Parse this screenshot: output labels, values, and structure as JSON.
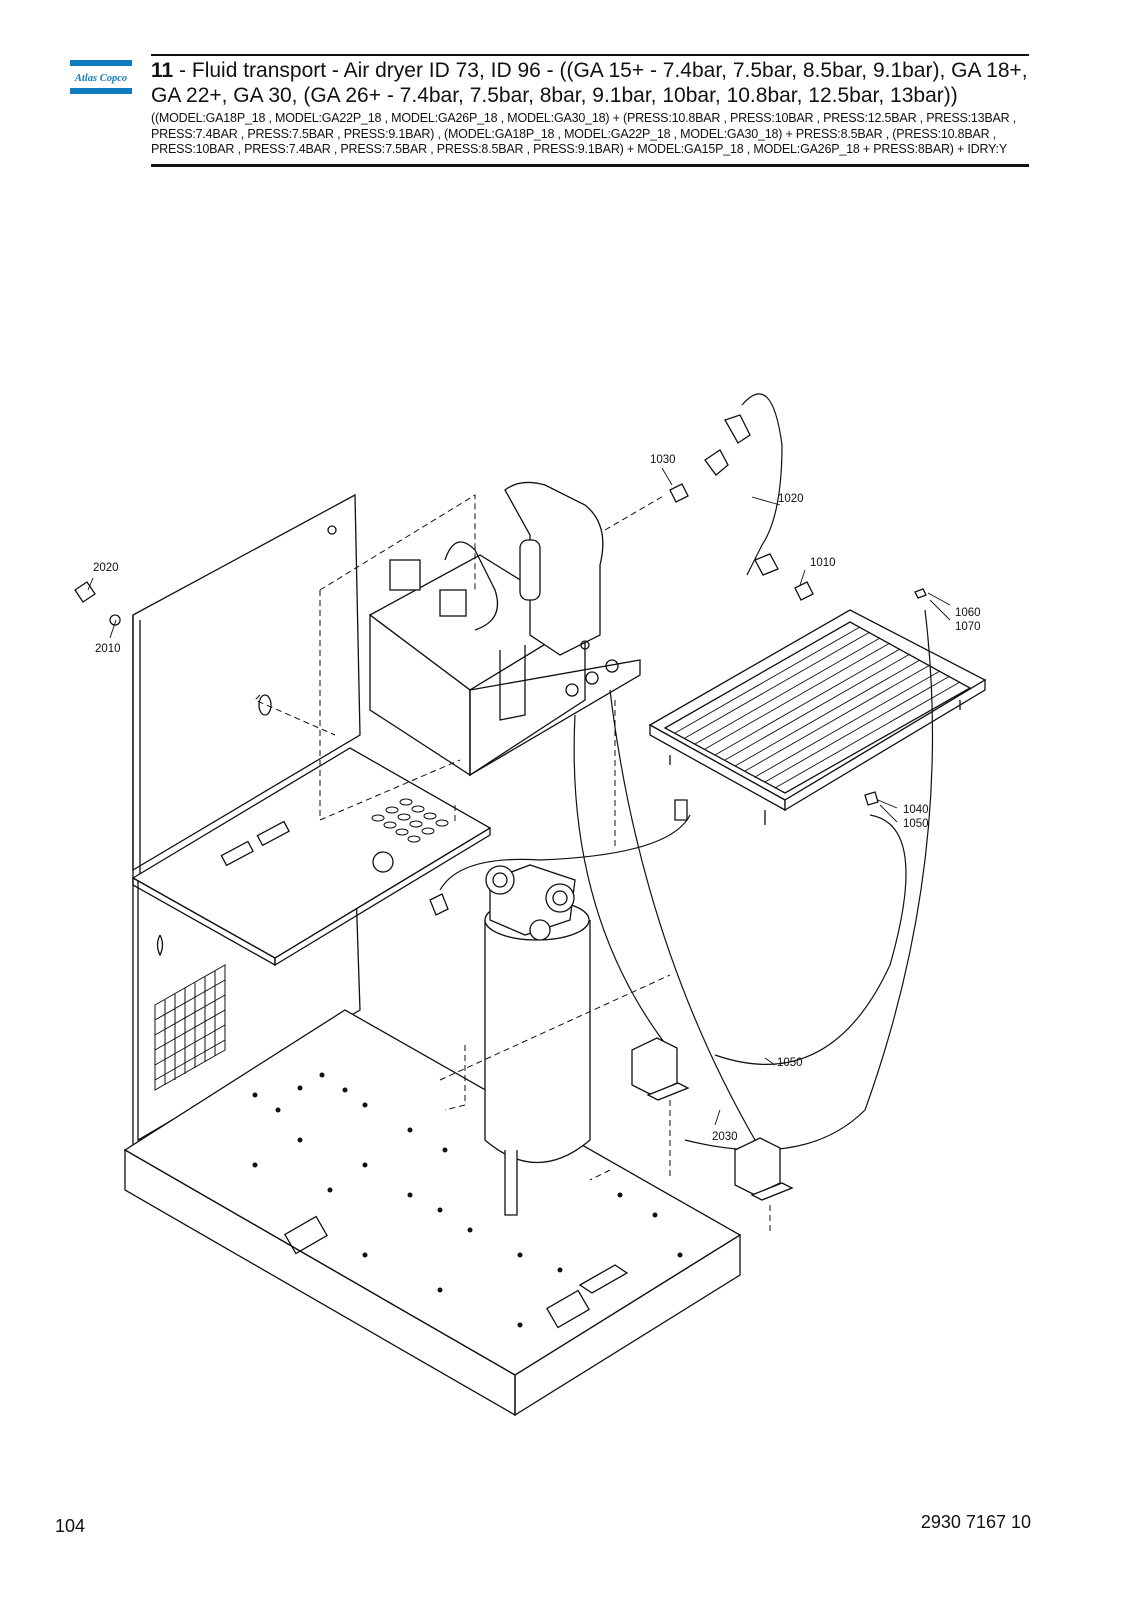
{
  "header": {
    "section_number": "11",
    "title": " - Fluid transport - Air dryer ID 73, ID 96 - ((GA 15+ - 7.4bar, 7.5bar, 8.5bar, 9.1bar), GA 18+, GA 22+, GA 30, (GA 26+ - 7.4bar, 7.5bar, 8bar, 9.1bar, 10bar, 10.8bar, 12.5bar, 13bar))",
    "subtitle": "((MODEL:GA18P_18 , MODEL:GA22P_18 , MODEL:GA26P_18 , MODEL:GA30_18) + (PRESS:10.8BAR , PRESS:10BAR , PRESS:12.5BAR , PRESS:13BAR , PRESS:7.4BAR , PRESS:7.5BAR , PRESS:9.1BAR) , (MODEL:GA18P_18 , MODEL:GA22P_18 , MODEL:GA30_18) + PRESS:8.5BAR , (PRESS:10.8BAR , PRESS:10BAR , PRESS:7.4BAR , PRESS:7.5BAR , PRESS:8.5BAR , PRESS:9.1BAR) + MODEL:GA15P_18 , MODEL:GA26P_18 + PRESS:8BAR) + IDRY:Y"
  },
  "logo": {
    "brand": "Atlas Copco",
    "color": "#0f7cc1"
  },
  "callouts": {
    "c1030": "1030",
    "c1020": "1020",
    "c1010": "1010",
    "c2020": "2020",
    "c2010": "2010",
    "c1060": "1060",
    "c1070": "1070",
    "c1040": "1040",
    "c1050a": "1050",
    "c1050b": "1050",
    "c2030": "2030"
  },
  "footer": {
    "page_number": "104",
    "document_number": "2930 7167 10"
  }
}
